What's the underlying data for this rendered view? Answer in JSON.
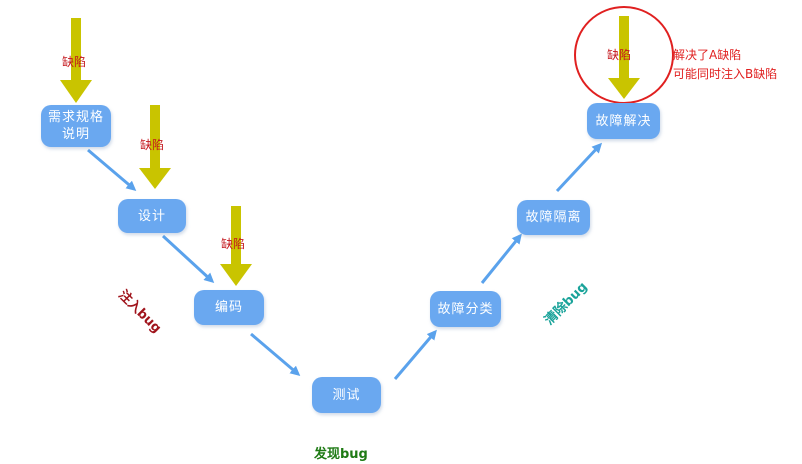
{
  "nodes": {
    "requirements": "需求规格\n说明",
    "design": "设计",
    "coding": "编码",
    "testing": "测试",
    "fault_classify": "故障分类",
    "fault_isolate": "故障隔离",
    "fault_resolve": "故障解决"
  },
  "defect_label": "缺陷",
  "note_line1": "解决了A缺陷",
  "note_line2": "可能同时注入B缺陷",
  "inject_label": "注入bug",
  "clear_label": "清除bug",
  "found_label": "发现bug",
  "colors": {
    "node": "#6aa8f0",
    "flow_arrow": "#5aa2ec",
    "defect_arrow": "#c9c400",
    "circle": "#e02020"
  },
  "icons": {
    "defect_arrow": "thick-down-arrow-icon",
    "flow_arrow": "diagonal-arrow-icon"
  }
}
